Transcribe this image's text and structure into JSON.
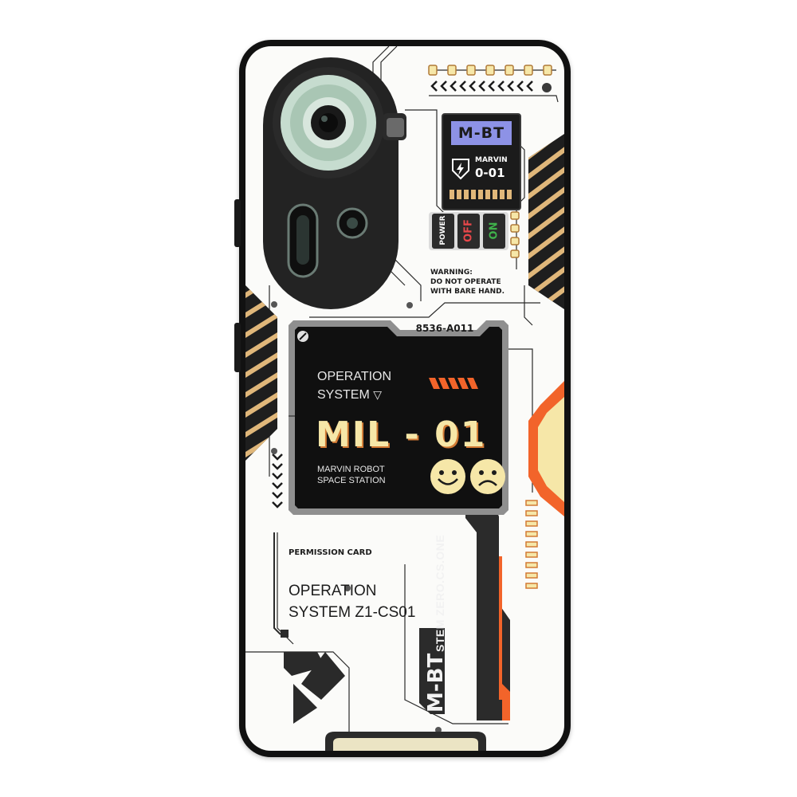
{
  "top_panel": {
    "label": "M-BT",
    "sub_label_1": "MARVIN",
    "sub_label_2": "0-01"
  },
  "switches": {
    "power": "POWER",
    "off": "OFF",
    "on": "ON"
  },
  "warning": {
    "line1": "WARNING:",
    "line2": "DO NOT OPERATE",
    "line3": "WITH BARE HAND."
  },
  "screen": {
    "code": "8536-A011",
    "title_line1": "OPERATION",
    "title_line2": "SYSTEM",
    "model": "MIL - 01",
    "subtitle_line1": "MARVIN ROBOT",
    "subtitle_line2": "SPACE STATION"
  },
  "permission": {
    "label": "PERMISSION CARD",
    "line1": "OPERATION",
    "line2": "SYSTEM Z1-CS01"
  },
  "vertical_text": "STEM ZERO.CS.ONE",
  "bottom_badge": "M-BT",
  "colors": {
    "accent_orange": "#f2642a",
    "accent_yellow": "#f6e7a8",
    "stripe_gold": "#e0b77a",
    "label_purple": "#8d92e6",
    "off_red": "#e8474a",
    "on_green": "#3fb24b",
    "camera_green": "#c6dccf"
  },
  "icons": [
    "camera-lens-icon",
    "flash-icon",
    "smiley-happy-icon",
    "smiley-sad-icon",
    "chevron-down-icon",
    "lightning-shield-icon"
  ]
}
